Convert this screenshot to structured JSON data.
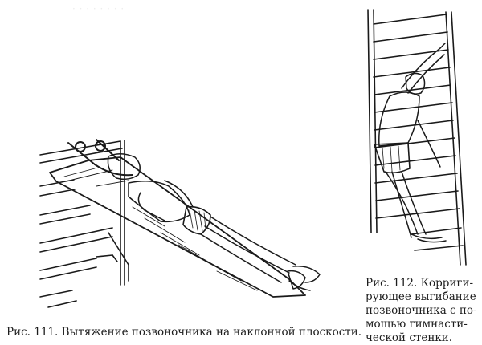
{
  "figures": [
    {
      "number": "111",
      "caption": "Рис. 111. Вытяжение позвоночника на наклонной плоскости."
    },
    {
      "number": "112",
      "caption_lines": [
        "Рис. 112. Корриги-",
        "рующее выгибание",
        "позвоночника с по-",
        "мощью гимнасти-",
        "ческой стенки."
      ]
    }
  ]
}
